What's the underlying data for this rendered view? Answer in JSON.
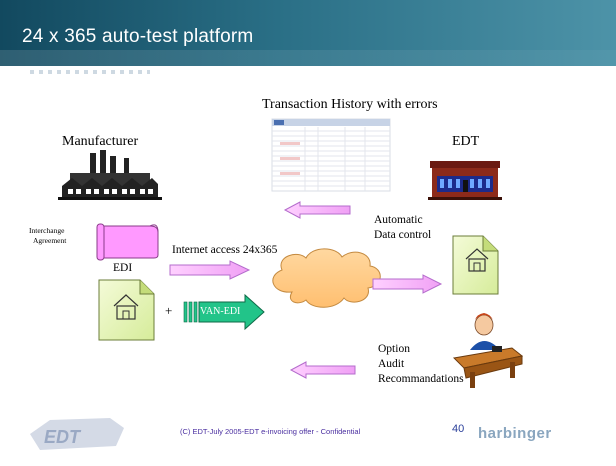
{
  "slide": {
    "title": "24 x 365 auto-test platform",
    "footer_copyright": "(C) EDT-July 2005-EDT e-invoicing offer - Confidential",
    "page_number": "40",
    "partner_logo": "harbinger",
    "brand_logo": "EDT"
  },
  "diagram": {
    "manufacturer_label": "Manufacturer",
    "edt_label": "EDT",
    "transaction_history_label": "Transaction History with errors",
    "interchange_label_line1": "Interchange",
    "interchange_label_line2": "Agreement",
    "edi_label": "EDI",
    "internet_label": "Internet access 24x365",
    "automatic_label": "Automatic",
    "data_control_label": "Data control",
    "plus_sign": "+",
    "van_edi_label": "VAN-EDI",
    "option_label": "Option",
    "audit_label": "Audit",
    "recommandations_label": "Recommandations"
  },
  "colors": {
    "arrow_fill": "#f6b3ff",
    "arrow_stroke": "#b46ccc",
    "cloud_fill": "#ffcc88",
    "document_fill": "#e9f6c0",
    "van_arrow_fill": "#22c489",
    "scroll_fill": "#ff99ff"
  }
}
